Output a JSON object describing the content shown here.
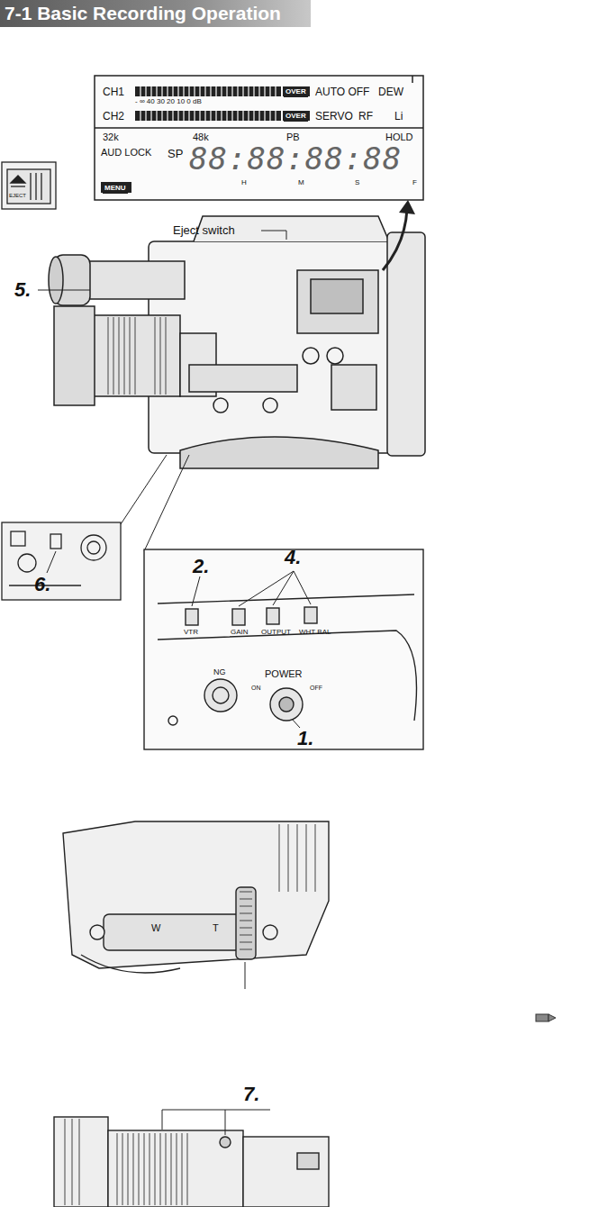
{
  "diagram": {
    "title": "7-1 Basic Recording Operation",
    "labels": [
      "CH1",
      "CH2",
      "OVER",
      "OVER",
      "- ∞ 40 30 20 10 0 dB",
      "AUTO OFF",
      "DEW",
      "SERVO",
      "RF",
      "Li",
      "32k",
      "48k",
      "PB",
      "HOLD",
      "AUD LOCK",
      "SP",
      "88:88:88:88",
      "H",
      "M",
      "S",
      "F",
      "MENU",
      "Eject switch",
      "EJECT",
      "5.",
      "2.",
      "4.",
      "6.",
      "VTR",
      "GAIN",
      "OUTPUT",
      "WHT BAL",
      "NG",
      "POWER",
      "ON",
      "OFF",
      "1.",
      "W",
      "T",
      "7."
    ]
  }
}
